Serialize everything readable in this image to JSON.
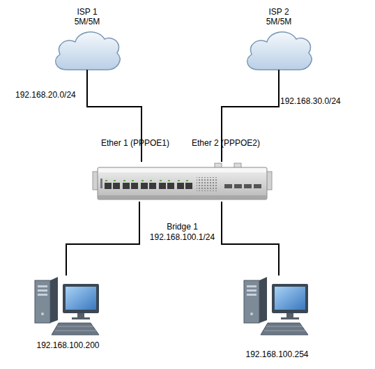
{
  "diagram": {
    "nodes": [
      {
        "text": [
          "ISP 1",
          "5M/5M"
        ]
      },
      {
        "text": [
          "ISP 2",
          "5M/5M"
        ]
      },
      {
        "text": [
          "Bridge 1",
          "192.168.100.1/24"
        ]
      },
      {
        "text": [
          "192.168.100.200"
        ]
      },
      {
        "text": [
          "192.168.100.254"
        ]
      }
    ],
    "edges": [
      {
        "from": 0,
        "to": 2,
        "arrow": "none",
        "label": "192.168.20.0/24"
      },
      {
        "from": 1,
        "to": 2,
        "arrow": "none",
        "label": "192.168.30.0/24"
      },
      {
        "from": 2,
        "to": 3,
        "arrow": "none"
      },
      {
        "from": 2,
        "to": 4,
        "arrow": "none"
      }
    ],
    "labels": [
      "Ether 1 (PPPOE1)",
      "Ether 2 (PPPOE2)"
    ]
  }
}
